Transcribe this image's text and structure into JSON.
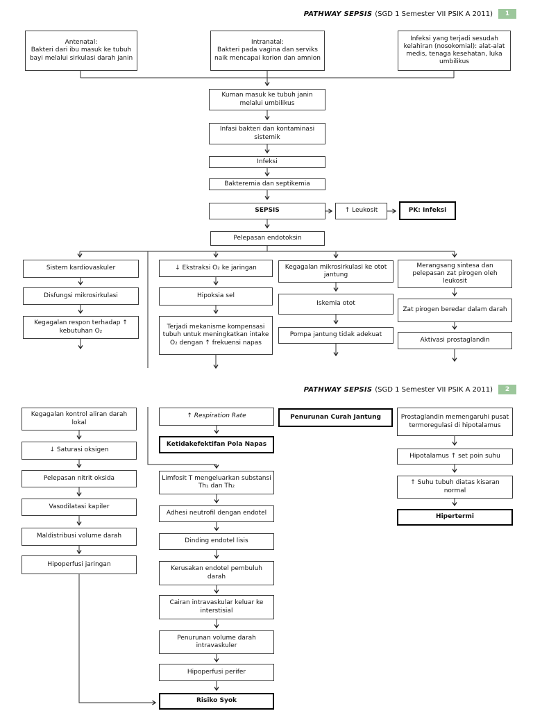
{
  "header": {
    "title": "PATHWAY SEPSIS",
    "subtitle": "(SGD 1 Semester VII PSIK A 2011)"
  },
  "pages": [
    {
      "number": "1"
    },
    {
      "number": "2"
    }
  ],
  "badge_color": "#9cc79b",
  "nodes": {
    "antenatal": "Antenatal:\nBakteri dari ibu masuk ke tubuh bayi melalui sirkulasi darah janin",
    "intranatal": "Intranatal:\nBakteri pada vagina dan serviks naik mencapai korion dan amnion",
    "postnatal": "Infeksi yang terjadi sesudah kelahiran (nosokomial): alat-alat medis, tenaga kesehatan, luka umbilikus",
    "kuman": "Kuman masuk ke tubuh janin melalui umbilikus",
    "infasi": "Infasi bakteri dan kontaminasi sistemik",
    "infeksi": "Infeksi",
    "bakteremia": "Bakteremia dan septikemia",
    "sepsis": "SEPSIS",
    "leukosit": "↑ Leukosit",
    "pk_infeksi": "PK: Infeksi",
    "pelepasan_endotoksin": "Pelepasan endotoksin",
    "sistem_kardio": "Sistem kardiovaskuler",
    "disfungsi": "Disfungsi mikrosirkulasi",
    "kegagalan_respon": "Kegagalan respon terhadap ↑ kebutuhan O₂",
    "ekstraksi": "↓ Ekstraksi O₂ ke jaringan",
    "hipoksia": "Hipoksia sel",
    "mekanisme": "Terjadi mekanisme kompensasi tubuh untuk meningkatkan intake O₂ dengan ↑ frekuensi napas",
    "kegagalan_mikro": "Kegagalan mikrosirkulasi ke otot jantung",
    "iskemia": "Iskemia otot",
    "pompa": "Pompa jantung tidak adekuat",
    "merangsang": "Merangsang sintesa dan pelepasan zat pirogen oleh leukosit",
    "zat_pirogen": "Zat pirogen beredar dalam darah",
    "aktivasi": "Aktivasi prostaglandin",
    "kegagalan_kontrol": "Kegagalan kontrol aliran darah lokal",
    "saturasi": "↓ Saturasi oksigen",
    "nitrit": "Pelepasan nitrit oksida",
    "vasodilatasi": "Vasodilatasi kapiler",
    "maldistribusi": "Maldistribusi volume darah",
    "hipoperfusi_jaringan": "Hipoperfusi jaringan",
    "respiration_rate": "↑ Respiration Rate",
    "ketidakefektifan": "Ketidakefektifan Pola Napas",
    "limfosit": "Limfosit T mengeluarkan substansi Th₁ dan Th₂",
    "adhesi": "Adhesi neutrofil dengan endotel",
    "dinding": "Dinding endotel lisis",
    "kerusakan": "Kerusakan endotel pembuluh darah",
    "cairan": "Cairan intravaskular keluar ke interstisial",
    "penurunan_volume": "Penurunan volume darah intravaskuler",
    "hipoperfusi_perifer": "Hipoperfusi perifer",
    "risiko_syok": "Risiko Syok",
    "penurunan_curah": "Penurunan Curah Jantung",
    "prostaglandin": "Prostaglandin memengaruhi pusat termoregulasi di hipotalamus",
    "hipotalamus": "Hipotalamus ↑ set poin suhu",
    "suhu_tubuh": "↑ Suhu tubuh diatas kisaran normal",
    "hipertermi": "Hipertermi"
  }
}
